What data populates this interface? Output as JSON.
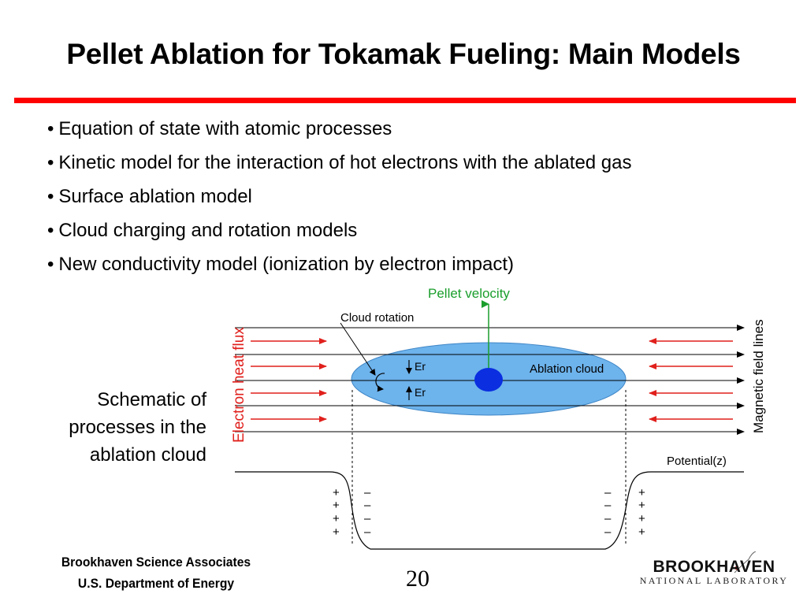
{
  "slide": {
    "title": "Pellet Ablation for Tokamak Fueling: Main Models",
    "bullets": [
      "Equation of state with atomic processes",
      "Kinetic model for the interaction of hot electrons with the ablated gas",
      "Surface ablation model",
      "Cloud charging and rotation models",
      "New conductivity model (ionization by electron impact)"
    ],
    "bullet_symbol": "•",
    "caption": [
      "Schematic of",
      "processes in the",
      "ablation cloud"
    ],
    "page_number": "20"
  },
  "diagram": {
    "pellet_velocity": "Pellet velocity",
    "cloud_rotation": "Cloud rotation",
    "ablation_cloud": "Ablation cloud",
    "er_label": "Er",
    "electron_heat_flux": "Electron heat flux",
    "magnetic_field_lines": "Magnetic field lines",
    "potential": "Potential(z)",
    "plus": "+",
    "minus": "–",
    "colors": {
      "heat_flux": "#e0201c",
      "pellet_velocity": "#1a9e2c",
      "cloud_fill": "#6db3ec",
      "pellet": "#0a2ee0",
      "lines": "#000000"
    }
  },
  "footer": {
    "org_line1": "Brookhaven Science Associates",
    "org_line2": "U.S. Department of Energy",
    "logo_main": "BROOKHAVEN",
    "logo_sub": "NATIONAL LABORATORY"
  }
}
